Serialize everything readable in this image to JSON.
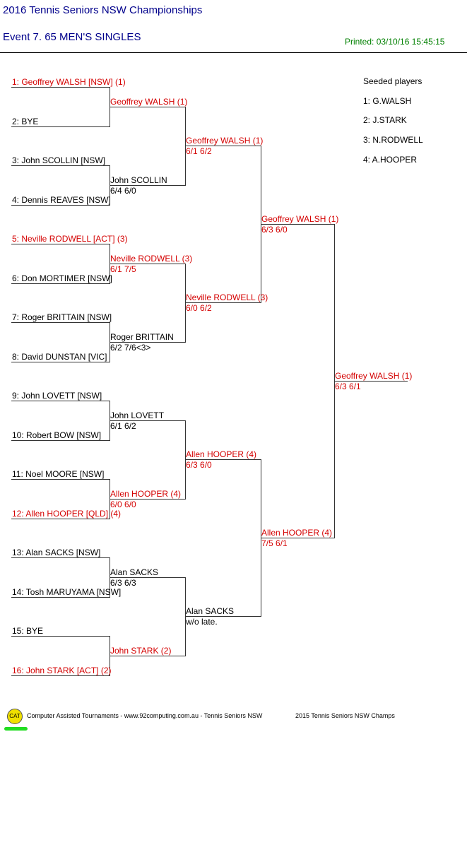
{
  "header": {
    "title": "2016 Tennis Seniors NSW Championships",
    "event": "Event 7. 65 MEN'S SINGLES",
    "printed": "Printed: 03/10/16 15:45:15"
  },
  "seeded": {
    "heading": "Seeded players",
    "players": [
      "1: G.WALSH",
      "2: J.STARK",
      "3: N.RODWELL",
      "4: A.HOOPER"
    ]
  },
  "round1": [
    {
      "label": "1: Geoffrey WALSH [NSW] (1)",
      "seeded": true
    },
    {
      "label": "2: BYE",
      "seeded": false
    },
    {
      "label": "3: John SCOLLIN [NSW]",
      "seeded": false
    },
    {
      "label": "4: Dennis REAVES [NSW]",
      "seeded": false
    },
    {
      "label": "5: Neville RODWELL [ACT] (3)",
      "seeded": true
    },
    {
      "label": "6: Don MORTIMER [NSW]",
      "seeded": false
    },
    {
      "label": "7: Roger BRITTAIN [NSW]",
      "seeded": false
    },
    {
      "label": "8: David DUNSTAN [VIC]",
      "seeded": false
    },
    {
      "label": "9: John LOVETT [NSW]",
      "seeded": false
    },
    {
      "label": "10: Robert BOW [NSW]",
      "seeded": false
    },
    {
      "label": "11: Noel MOORE [NSW]",
      "seeded": false
    },
    {
      "label": "12: Allen HOOPER [QLD] (4)",
      "seeded": true
    },
    {
      "label": "13: Alan SACKS [NSW]",
      "seeded": false
    },
    {
      "label": "14: Tosh MARUYAMA [NSW]",
      "seeded": false
    },
    {
      "label": "15: BYE",
      "seeded": false
    },
    {
      "label": "16: John STARK [ACT] (2)",
      "seeded": true
    }
  ],
  "round2": [
    {
      "name": "Geoffrey WALSH (1)",
      "score": "",
      "seeded": true
    },
    {
      "name": "John SCOLLIN",
      "score": "6/4 6/0",
      "seeded": false
    },
    {
      "name": "Neville RODWELL (3)",
      "score": "6/1 7/5",
      "seeded": true
    },
    {
      "name": "Roger BRITTAIN",
      "score": "6/2 7/6<3>",
      "seeded": false
    },
    {
      "name": "John LOVETT",
      "score": "6/1 6/2",
      "seeded": false
    },
    {
      "name": "Allen HOOPER (4)",
      "score": "6/0 6/0",
      "seeded": true
    },
    {
      "name": "Alan SACKS",
      "score": "6/3 6/3",
      "seeded": false
    },
    {
      "name": "John STARK (2)",
      "score": "",
      "seeded": true
    }
  ],
  "round3": [
    {
      "name": "Geoffrey WALSH (1)",
      "score": "6/1 6/2",
      "seeded": true
    },
    {
      "name": "Neville RODWELL (3)",
      "score": "6/0 6/2",
      "seeded": true
    },
    {
      "name": "Allen HOOPER (4)",
      "score": "6/3 6/0",
      "seeded": true
    },
    {
      "name": "Alan SACKS",
      "score": "w/o late.",
      "seeded": false
    }
  ],
  "round4": [
    {
      "name": "Geoffrey WALSH (1)",
      "score": "6/3 6/0",
      "seeded": true
    },
    {
      "name": "Allen HOOPER (4)",
      "score": "7/5 6/1",
      "seeded": true
    }
  ],
  "final": [
    {
      "name": "Geoffrey WALSH (1)",
      "score": "6/3 6/1",
      "seeded": true
    }
  ],
  "footer": {
    "logo": "CAT",
    "credit": "Computer Assisted Tournaments - www.92computing.com.au -  Tennis Seniors NSW",
    "event": "2015 Tennis Seniors NSW Champs"
  },
  "colors": {
    "title": "#00008b",
    "printed": "#008000",
    "seeded": "#d40000",
    "logo": "#f0e000",
    "logo_bar": "#22dd22"
  }
}
